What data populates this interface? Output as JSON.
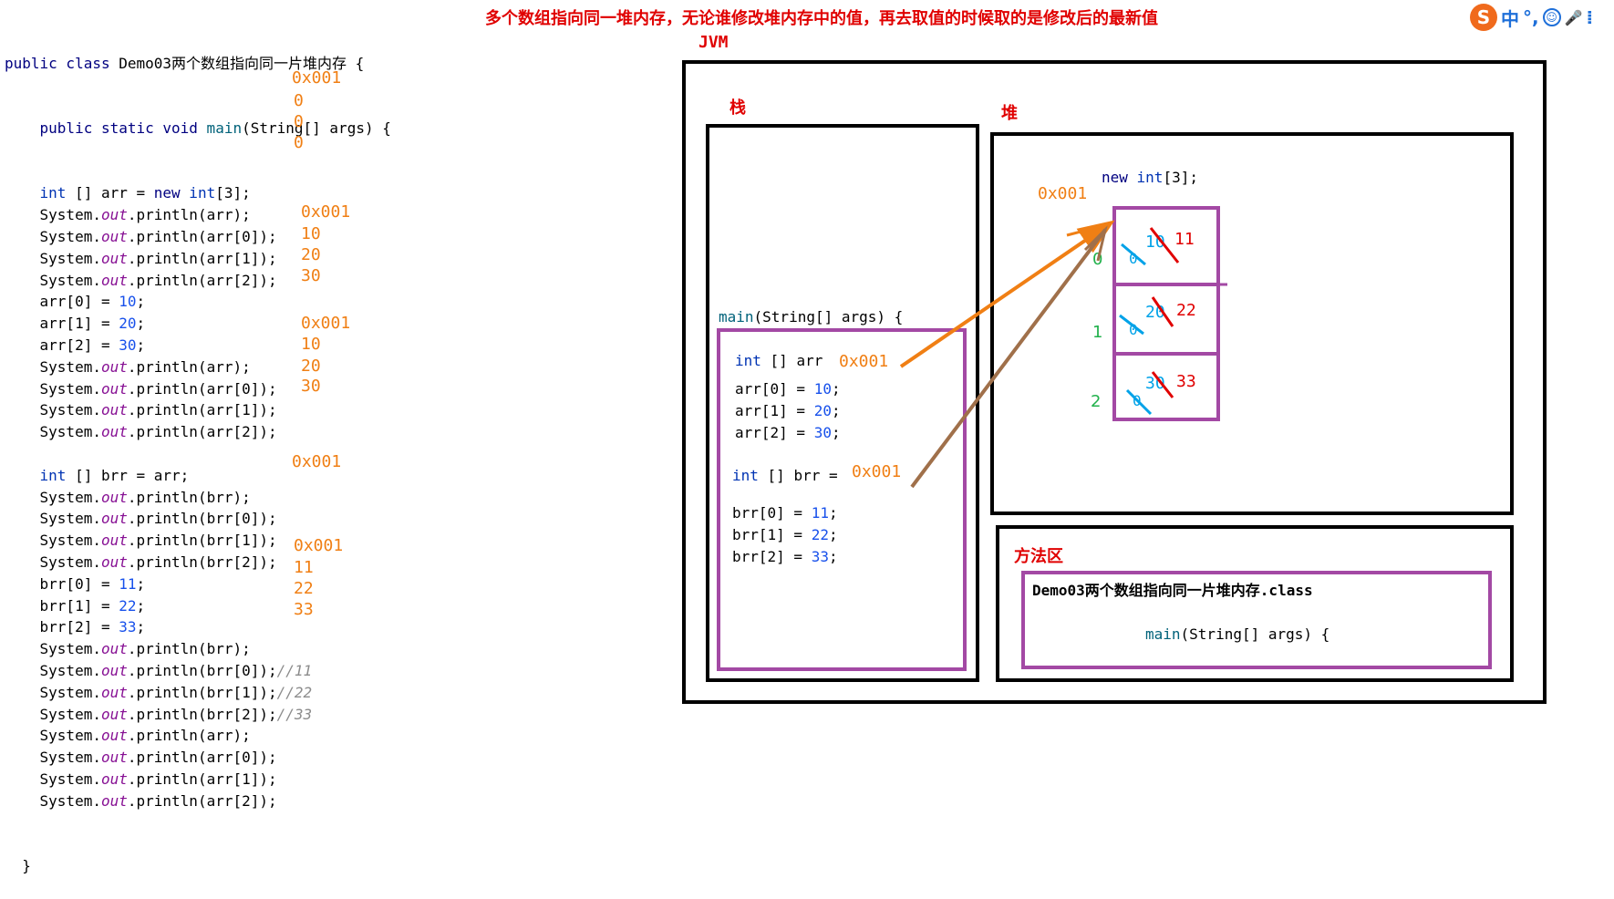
{
  "header_note": "多个数组指向同一堆内存，无论谁修改堆内存中的值，再去取值的时候取的是修改后的最新值",
  "ime": {
    "logo": "S",
    "mode": "中",
    "punct": "°,",
    "emoji": "☺",
    "mic": "🎤",
    "more": "⁞"
  },
  "code": {
    "class_line": {
      "kw": "public class",
      "name": " Demo03两个数组指向同一片堆内存 {"
    },
    "main_line": {
      "kw": "public static void",
      "name": " main",
      "rest": "(String[] args) {"
    },
    "lines": [
      {
        "pre": "    ",
        "ty": "int",
        "rest": " [] arr = ",
        "kw2": "new",
        "ty2": " int",
        "tail": "[3];"
      },
      {
        "pre": "    System.",
        "out": "out",
        "tail": ".println(arr);"
      },
      {
        "pre": "    System.",
        "out": "out",
        "tail": ".println(arr[0]);"
      },
      {
        "pre": "    System.",
        "out": "out",
        "tail": ".println(arr[1]);"
      },
      {
        "pre": "    System.",
        "out": "out",
        "tail": ".println(arr[2]);"
      },
      {
        "pre": "    arr[0] = ",
        "num": "10",
        "tail": ";"
      },
      {
        "pre": "    arr[1] = ",
        "num": "20",
        "tail": ";"
      },
      {
        "pre": "    arr[2] = ",
        "num": "30",
        "tail": ";"
      },
      {
        "pre": "    System.",
        "out": "out",
        "tail": ".println(arr);"
      },
      {
        "pre": "    System.",
        "out": "out",
        "tail": ".println(arr[0]);"
      },
      {
        "pre": "    System.",
        "out": "out",
        "tail": ".println(arr[1]);"
      },
      {
        "pre": "    System.",
        "out": "out",
        "tail": ".println(arr[2]);"
      },
      {
        "pre": ""
      },
      {
        "pre": "    ",
        "ty": "int",
        "rest": " [] brr = arr;"
      },
      {
        "pre": "    System.",
        "out": "out",
        "tail": ".println(brr);"
      },
      {
        "pre": "    System.",
        "out": "out",
        "tail": ".println(brr[0]);"
      },
      {
        "pre": "    System.",
        "out": "out",
        "tail": ".println(brr[1]);"
      },
      {
        "pre": "    System.",
        "out": "out",
        "tail": ".println(brr[2]);"
      },
      {
        "pre": "    brr[0] = ",
        "num": "11",
        "tail": ";"
      },
      {
        "pre": "    brr[1] = ",
        "num": "22",
        "tail": ";"
      },
      {
        "pre": "    brr[2] = ",
        "num": "33",
        "tail": ";"
      },
      {
        "pre": "    System.",
        "out": "out",
        "tail": ".println(brr);"
      },
      {
        "pre": "    System.",
        "out": "out",
        "tail": ".println(brr[0]);",
        "cm": "//11"
      },
      {
        "pre": "    System.",
        "out": "out",
        "tail": ".println(brr[1]);",
        "cm": "//22"
      },
      {
        "pre": "    System.",
        "out": "out",
        "tail": ".println(brr[2]);",
        "cm": "//33"
      },
      {
        "pre": "    System.",
        "out": "out",
        "tail": ".println(arr);"
      },
      {
        "pre": "    System.",
        "out": "out",
        "tail": ".println(arr[0]);"
      },
      {
        "pre": "    System.",
        "out": "out",
        "tail": ".println(arr[1]);"
      },
      {
        "pre": "    System.",
        "out": "out",
        "tail": ".println(arr[2]);"
      }
    ],
    "close1": "  }"
  },
  "annotations": {
    "a1": "0x001",
    "a2": "0",
    "a3": "0",
    "a4": "0",
    "b1": "0x001",
    "b2": "10",
    "b3": "20",
    "b4": "30",
    "c1": "0x001",
    "c2": "10",
    "c3": "20",
    "c4": "30",
    "d1": "0x001",
    "e1": "0x001",
    "e2": "11",
    "e3": "22",
    "e4": "33"
  },
  "diagram": {
    "jvm_label": "JVM",
    "stack_label": "栈",
    "heap_label": "堆",
    "method_area_label": "方法区",
    "main_frame_label": {
      "name": "main",
      "rest": "(String[] args) {"
    },
    "frame_lines": {
      "arr_decl": {
        "ty": "int",
        "rest": " [] arr "
      },
      "arr_addr": "0x001",
      "arr0": {
        "pre": "arr[0] = ",
        "num": "10",
        "tail": ";"
      },
      "arr1": {
        "pre": "arr[1] = ",
        "num": "20",
        "tail": ";"
      },
      "arr2": {
        "pre": "arr[2] = ",
        "num": "30",
        "tail": ";"
      },
      "brr_decl": {
        "ty": "int",
        "rest": " [] brr = "
      },
      "brr_addr": "0x001",
      "brr0": {
        "pre": "brr[0] = ",
        "num": "11",
        "tail": ";"
      },
      "brr1": {
        "pre": "brr[1] = ",
        "num": "22",
        "tail": ";"
      },
      "brr2": {
        "pre": "brr[2] = ",
        "num": "33",
        "tail": ";"
      }
    },
    "heap_new": {
      "kw": "new",
      "ty": " int",
      "tail": "[3];"
    },
    "heap_addr": "0x001",
    "cells": [
      {
        "index": "0",
        "old_zero": "0",
        "old_val": "10",
        "new_val": "11"
      },
      {
        "index": "1",
        "old_zero": "0",
        "old_val": "20",
        "new_val": "22"
      },
      {
        "index": "2",
        "old_zero": "0",
        "old_val": "30",
        "new_val": "33"
      }
    ],
    "class_file": "Demo03两个数组指向同一片堆内存.class",
    "method_main": {
      "name": "main",
      "rest": "(String[] args) {"
    },
    "colors": {
      "orange": "#f07f14",
      "red": "#e00000",
      "purple": "#a349a4",
      "green": "#22b14c",
      "cyan": "#00a2e8",
      "brown": "#a0704a"
    }
  }
}
